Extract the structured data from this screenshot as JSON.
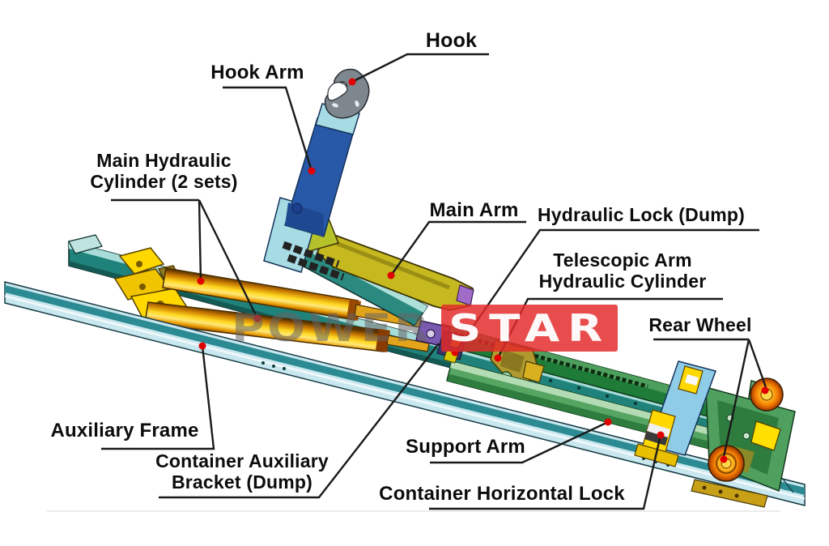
{
  "watermark": {
    "power": "POWER",
    "star": "STAR"
  },
  "labels": {
    "hook": "Hook",
    "hook_arm": "Hook Arm",
    "main_hydraulic_cylinder": "Main Hydraulic\nCylinder (2 sets)",
    "main_arm": "Main Arm",
    "hydraulic_lock_dump": "Hydraulic Lock (Dump)",
    "telescopic_arm_hydraulic_cylinder": "Telescopic Arm\nHydraulic Cylinder",
    "rear_wheel": "Rear Wheel",
    "auxiliary_frame": "Auxiliary Frame",
    "container_auxiliary_bracket_dump": "Container Auxiliary\nBracket (Dump)",
    "support_arm": "Support Arm",
    "container_horizontal_lock": "Container Horizontal Lock"
  },
  "colors": {
    "label_text": "#0c0c0c",
    "leader_line": "#1a1a1a",
    "pointer_dot": "#e00000",
    "watermark_gray": "#6e6e6e",
    "watermark_red": "#e23535",
    "hook_arm_blue": "#2858a8",
    "hook_gray": "#7e868e",
    "main_arm_yellow": "#c6b81f",
    "cylinder_gold": "#f0b400",
    "subframe_teal": "#1f837b",
    "auxiliary_frame_cyan": "#c9e7ef",
    "telescopic_green": "#1e7c38",
    "support_arm_green": "#57a562",
    "roller_orange": "#f07800",
    "lock_bracket_blue": "#8fcce8",
    "lock_yellow": "#ffd800"
  }
}
